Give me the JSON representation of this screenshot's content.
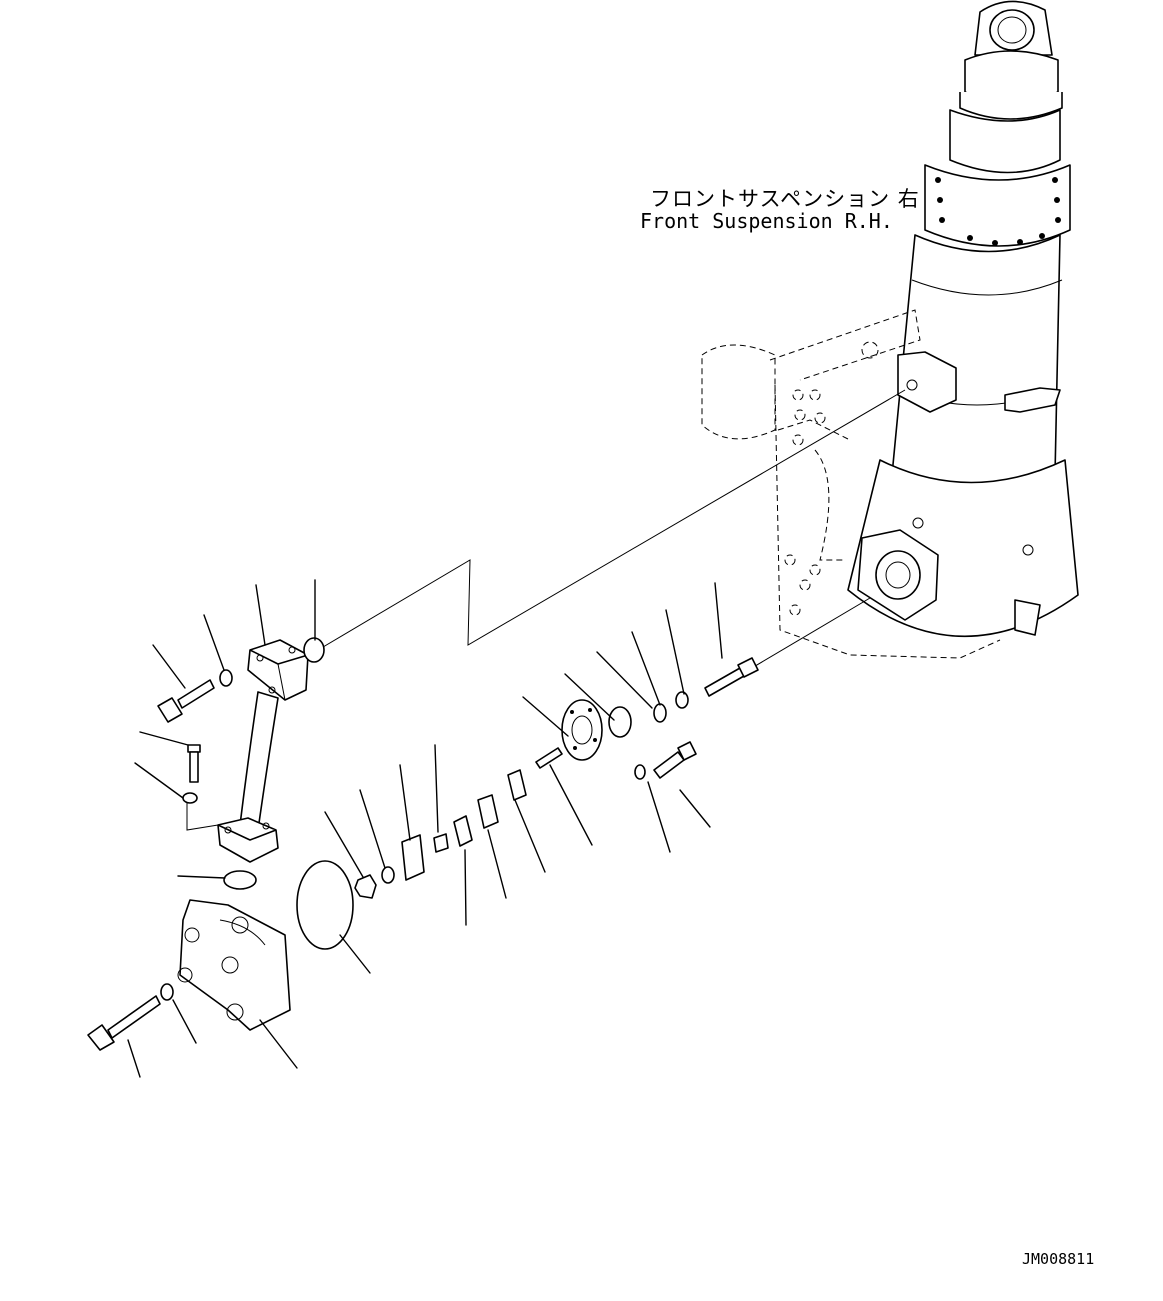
{
  "assembly": {
    "label_jp": "フロントサスペンション 右",
    "label_en": "Front Suspension R.H."
  },
  "drawing_code": "JM008811"
}
